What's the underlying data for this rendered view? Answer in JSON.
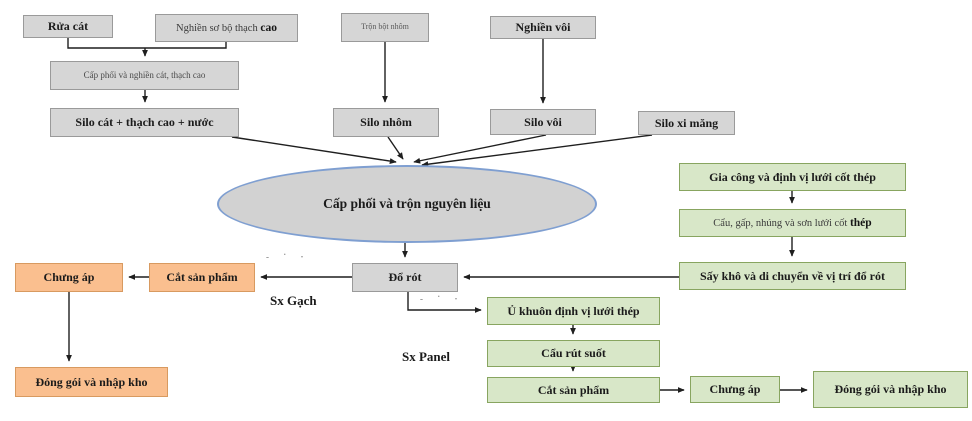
{
  "nodes": {
    "rua_cat": "Rửa cát",
    "nghien_so_bo_prefix": "Nghiền sơ bộ thạch ",
    "nghien_so_bo_bold": "cao",
    "tron_bot_nhom": "Trộn bột nhôm",
    "nghien_voi": "Nghiền vôi",
    "cap_phoi_nghien": "Cấp phối và nghiền cát, thạch cao",
    "silo_cat": "Silo cát + thạch cao + nước",
    "silo_nhom": "Silo nhôm",
    "silo_voi": "Silo vôi",
    "silo_xi_mang": "Silo xi măng",
    "ellipse": "Cấp phối và trộn nguyên liệu",
    "do_rot": "Đổ rót",
    "gia_cong": "Gia công và định vị lưới cốt thép",
    "cau_gap_prefix": "Cẩu, gấp, nhúng và sơn lưới cốt ",
    "cau_gap_bold": "thép",
    "say_kho": "Sấy khô và di chuyển về vị trí đổ rót",
    "chung_ap_gach": "Chưng áp",
    "cat_san_pham_gach": "Cắt sản phẩm",
    "dong_goi_gach": "Đóng gói và nhập kho",
    "u_khuon": "Ủ khuôn định vị lưới thép",
    "cau_rut_suot": "Cẩu rút suốt",
    "cat_san_pham_panel": "Cắt sản phẩm",
    "chung_ap_panel": "Chưng áp",
    "dong_goi_panel": "Đóng gói và nhập kho"
  },
  "labels": {
    "sx_gach": "Sx Gạch",
    "sx_panel": "Sx Panel"
  },
  "artifacts": {
    "faded_marks_1": "- ˙ ·",
    "faded_marks_2": "- ˙ ·"
  },
  "colors": {
    "gray_fill": "#d6d6d6",
    "gray_border": "#9a9a9a",
    "green_fill": "#d8e7c8",
    "green_border": "#88a560",
    "orange_fill": "#fabf8f",
    "orange_border": "#d89a60",
    "ellipse_fill": "#d2d2d2",
    "ellipse_border": "#7f9fd1",
    "arrow": "#1f1f1f"
  }
}
